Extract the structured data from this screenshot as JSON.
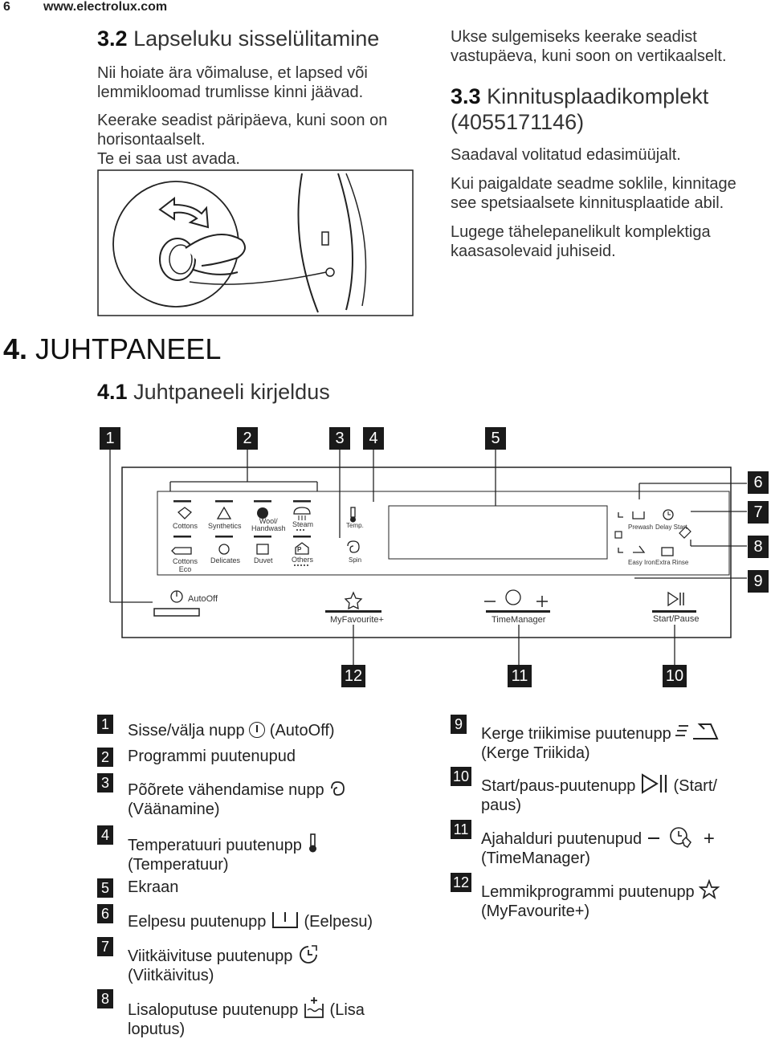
{
  "header": {
    "page_number": "6",
    "url": "www.electrolux.com"
  },
  "section_3_2": {
    "title_num": "3.2",
    "title": "Lapseluku sisselülitamine",
    "p1": [
      "Nii hoiate ära võimaluse, et lapsed või",
      "lemmikloomad trumlisse kinni jäävad."
    ],
    "p2": [
      "Keerake seadist päripäeva, kuni soon on",
      "horisontaalselt.",
      "Te ei saa ust avada."
    ]
  },
  "right_top": {
    "p0": [
      "Ukse sulgemiseks keerake seadist",
      "vastupäeva, kuni soon on vertikaalselt."
    ],
    "title_num": "3.3",
    "title": [
      "Kinnitusplaadikomplekt",
      "(4055171146)"
    ],
    "p1": "Saadaval volitatud edasimüüjalt.",
    "p2": [
      "Kui paigaldate seadme soklile, kinnitage",
      "see spetsiaalsete kinnitusplaatide abil."
    ],
    "p3": [
      "Lugege tähelepanelikult komplektiga",
      "kaasasolevaid juhiseid."
    ]
  },
  "section_4": {
    "num": "4.",
    "title": "JUHTPANEEL"
  },
  "section_4_1": {
    "num": "4.1",
    "title": "Juhtpaneeli kirjeldus"
  },
  "callouts": {
    "top": [
      "1",
      "2",
      "3",
      "4",
      "5"
    ],
    "right": [
      "6",
      "7",
      "8",
      "9"
    ],
    "bottom": [
      "12",
      "11",
      "10"
    ]
  },
  "panel": {
    "programs_top": [
      "Cottons",
      "Synthetics",
      "Wool/",
      "Handwash",
      "Steam"
    ],
    "programs_bottom": [
      "Cottons",
      "Eco",
      "Delicates",
      "Duvet",
      "Others"
    ],
    "temp": "Temp.",
    "spin": "Spin",
    "prewash": "Prewash",
    "delay_start": "Delay Start",
    "easy_iron": "Easy Iron",
    "extra_rinse": "Extra Rinse",
    "autooff": "AutoOff",
    "myfavourite": "MyFavourite+",
    "timemanager": "TimeManager",
    "startpause": "Start/Pause",
    "p_symbol": "P",
    "minus": "—",
    "plus": "+"
  },
  "legend_left": [
    {
      "num": "1",
      "text": "Sisse/välja nupp",
      "text2": "(AutoOff)"
    },
    {
      "num": "2",
      "text": "Programmi puutenupud"
    },
    {
      "num": "3",
      "text": "Põõrete vähendamise nupp",
      "line2": "(Väänamine)"
    },
    {
      "num": "4",
      "text": "Temperatuuri puutenupp",
      "line2": "(Temperatuur)"
    },
    {
      "num": "5",
      "text": "Ekraan"
    },
    {
      "num": "6",
      "text": "Eelpesu puutenupp",
      "text2": "(Eelpesu)"
    },
    {
      "num": "7",
      "text": "Viitkäivituse puutenupp",
      "line2": "(Viitkäivitus)"
    },
    {
      "num": "8",
      "text": "Lisaloputuse puutenupp",
      "text2": "(Lisa",
      "line2": "loputus)"
    }
  ],
  "legend_right": [
    {
      "num": "9",
      "text": "Kerge triikimise puutenupp",
      "line2": "(Kerge Triikida)"
    },
    {
      "num": "10",
      "text": "Start/paus-puutenupp",
      "text2": "(Start/",
      "line2": "paus)"
    },
    {
      "num": "11",
      "text": "Ajahalduri puutenupud",
      "line2": "(TimeManager)"
    },
    {
      "num": "12",
      "text": "Lemmikprogrammi puutenupp",
      "line2": "(MyFavourite+)"
    }
  ]
}
